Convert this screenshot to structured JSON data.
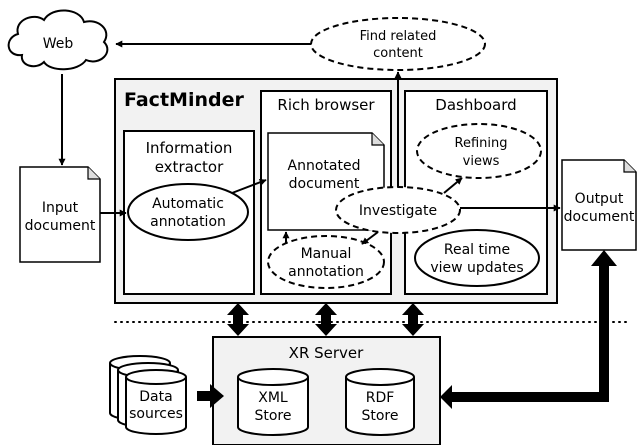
{
  "diagram": {
    "web": "Web",
    "find_related": [
      "Find related",
      "content"
    ],
    "factminder": "FactMinder",
    "information_extractor": [
      "Information",
      "extractor"
    ],
    "rich_browser": "Rich browser",
    "dashboard": "Dashboard",
    "input_document": [
      "Input",
      "document"
    ],
    "automatic_annotation": [
      "Automatic",
      "annotation"
    ],
    "annotated_document": [
      "Annotated",
      "document"
    ],
    "investigate": "Investigate",
    "manual_annotation": [
      "Manual",
      "annotation"
    ],
    "refining_views": [
      "Refining",
      "views"
    ],
    "real_time_updates": [
      "Real time",
      "view updates"
    ],
    "output_document": [
      "Output",
      "document"
    ],
    "xr_server": "XR Server",
    "data_sources": [
      "Data",
      "sources"
    ],
    "xml_store": [
      "XML",
      "Store"
    ],
    "rdf_store": [
      "RDF",
      "Store"
    ]
  }
}
